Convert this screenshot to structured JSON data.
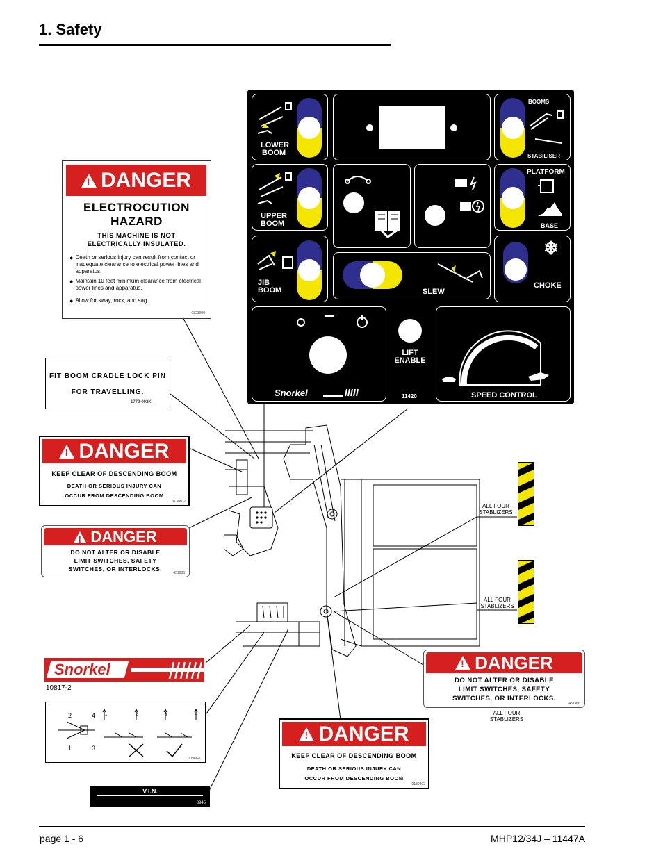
{
  "header": {
    "title": "1. Safety"
  },
  "footer": {
    "page": "page  1 - 6",
    "doc": "MHP12/34J – 11447A"
  },
  "panel": {
    "lower_boom": [
      "LOWER",
      "BOOM"
    ],
    "upper_boom": [
      "UPPER",
      "BOOM"
    ],
    "jib_boom": [
      "JIB",
      "BOOM"
    ],
    "booms": "BOOMS",
    "stabiliser": "STABILISER",
    "platform": "PLATFORM",
    "base": "BASE",
    "choke": "CHOKE",
    "slew": "SLEW",
    "lift_enable": [
      "LIFT",
      "ENABLE"
    ],
    "part_no": "11420",
    "speed_control": "SPEED CONTROL",
    "brand": "Snorkel"
  },
  "electrocution": {
    "header": "DANGER",
    "title": [
      "ELECTROCUTION",
      "HAZARD"
    ],
    "subtitle": [
      "THIS MACHINE IS NOT",
      "ELECTRICALLY INSULATED."
    ],
    "bullets": [
      "Death or serious injury can result from contact or inadequate clearance to electrical power lines and apparatus.",
      "Maintain 10 feet minimum clearance from electrical power lines and apparatus.",
      "Allow for sway, rock, and sag."
    ],
    "code": "0323999"
  },
  "cradle": {
    "line1": "FIT  BOOM  CRADLE  LOCK  PIN",
    "line2": "FOR  TRAVELLING.",
    "code": "1772-002K"
  },
  "boom_danger_left": {
    "header": "DANGER",
    "line1": "KEEP CLEAR OF DESCENDING BOOM",
    "line2": "DEATH  OR  SERIOUS  INJURY  CAN",
    "line3": "OCCUR  FROM  DESCENDING  BOOM",
    "code": "0130802"
  },
  "alter_danger_left": {
    "header": "DANGER",
    "line1": "DO  NOT  ALTER  OR  DISABLE",
    "line2": "LIMIT  SWITCHES,  SAFETY",
    "line3": "SWITCHES,  OR  INTERLOCKS.",
    "code": "451966"
  },
  "snorkel_decal": {
    "brand": "Snorkel",
    "code": "10817-2"
  },
  "outrigger_decal": {
    "n2": "2",
    "n4": "4",
    "n1": "1",
    "n3": "3",
    "a1": "1",
    "a2": "2",
    "a3": "3",
    "a4": "4",
    "code": "10966-1"
  },
  "vin": {
    "label": "V.I.N.",
    "code": "8945"
  },
  "stabilizers": {
    "caption1": [
      "ALL FOUR",
      "STABLIZERS"
    ],
    "caption2": [
      "ALL FOUR",
      "STABLIZERS"
    ],
    "caption3": [
      "ALL FOUR",
      "STABLIZERS"
    ]
  },
  "alter_danger_right": {
    "header": "DANGER",
    "line1": "DO  NOT  ALTER  OR  DISABLE",
    "line2": "LIMIT  SWITCHES,  SAFETY",
    "line3": "SWITCHES,  OR  INTERLOCKS.",
    "code": "451966"
  },
  "boom_danger_bottom": {
    "header": "DANGER",
    "line1": "KEEP CLEAR OF DESCENDING BOOM",
    "line2": "DEATH  OR  SERIOUS  INJURY  CAN",
    "line3": "OCCUR  FROM  DESCENDING  BOOM",
    "code": "0130802"
  }
}
